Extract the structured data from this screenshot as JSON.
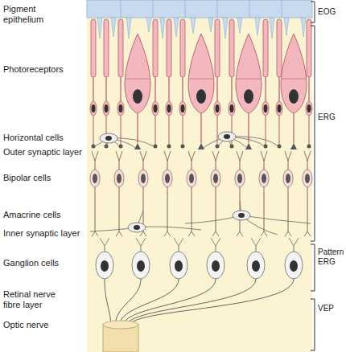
{
  "diagram": {
    "labels": [
      "Pigment epithelium",
      "Photoreceptors",
      "Horizontal cells",
      "Outer synaptic layer",
      "Bipolar cells",
      "Amacrine cells",
      "Inner synaptic layer",
      "Ganglion cells",
      "Retinal nerve fibre layer",
      "Optic nerve",
      "EOG",
      "ERG",
      "Pattern ERG",
      "VEP"
    ]
  }
}
